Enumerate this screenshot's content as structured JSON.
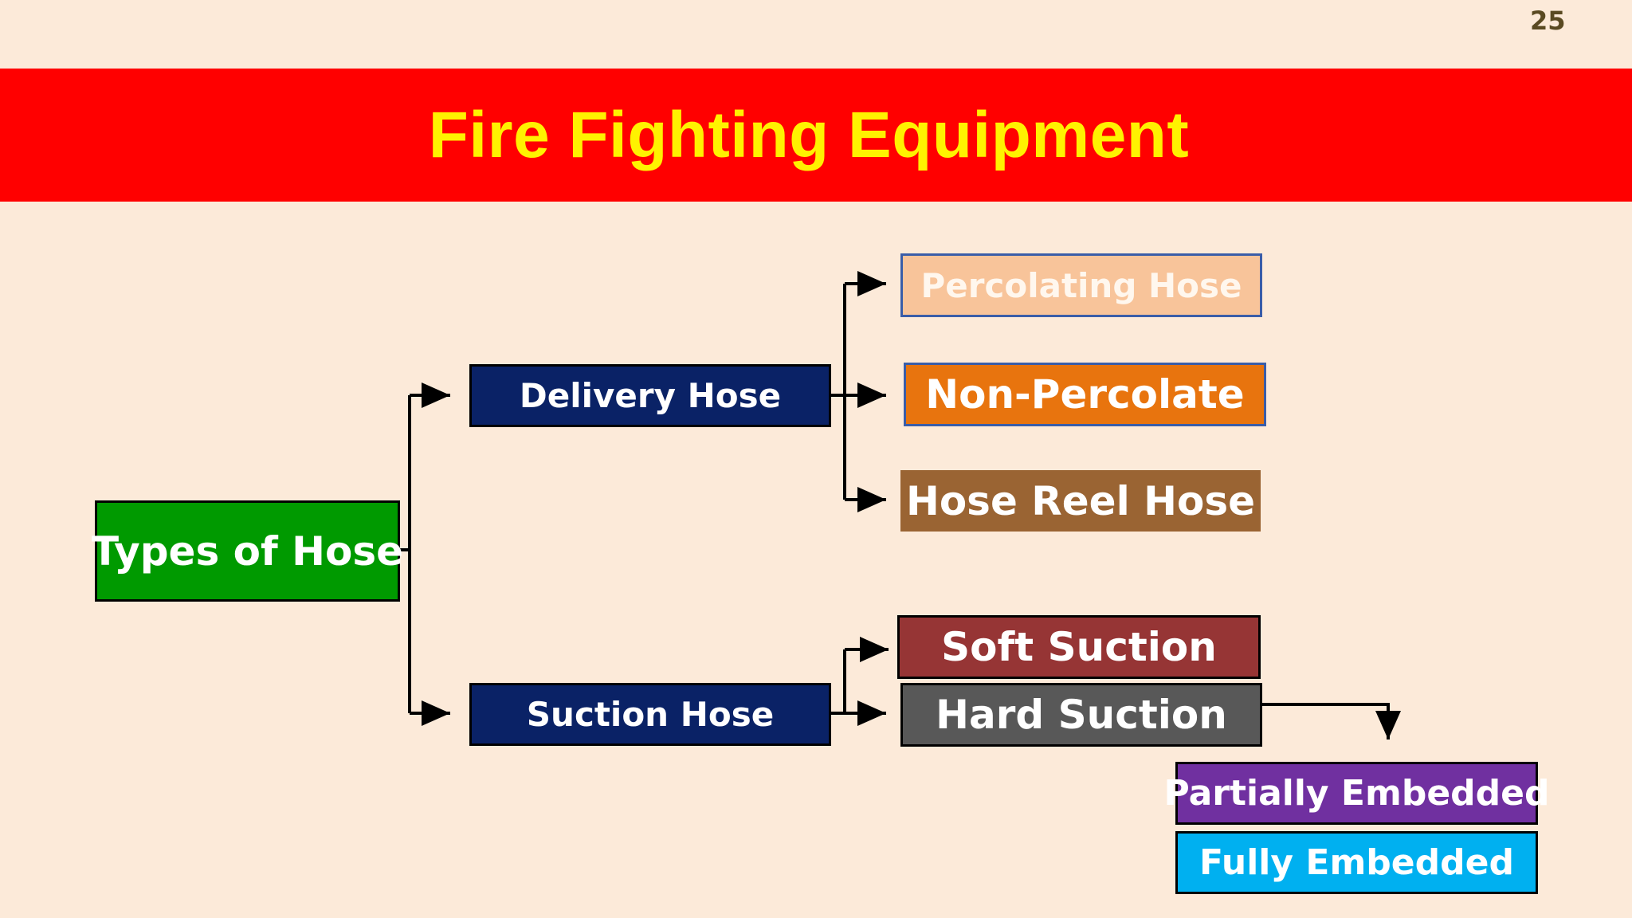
{
  "page_number": "25",
  "title": "Fire Fighting Equipment",
  "nodes": {
    "types_of_hose": "Types of Hose",
    "delivery_hose": "Delivery Hose",
    "suction_hose": "Suction Hose",
    "percolating_hose": "Percolating Hose",
    "non_percolate": "Non-Percolate",
    "hose_reel_hose": "Hose Reel Hose",
    "soft_suction": "Soft Suction",
    "hard_suction": "Hard Suction",
    "partially_embedded": "Partially Embedded",
    "fully_embedded": "Fully Embedded"
  },
  "colors": {
    "background": "#FCEAD9",
    "title_banner": "#FF0000",
    "title_text": "#FFF200",
    "types_of_hose": "#009A00",
    "delivery_hose": "#0A2266",
    "suction_hose": "#0A2266",
    "percolating_hose": "#F8C49A",
    "non_percolate": "#E8740E",
    "hose_reel_hose": "#9A6433",
    "soft_suction": "#963535",
    "hard_suction": "#585858",
    "partially_embedded": "#7030A0",
    "fully_embedded": "#00B0F0"
  }
}
